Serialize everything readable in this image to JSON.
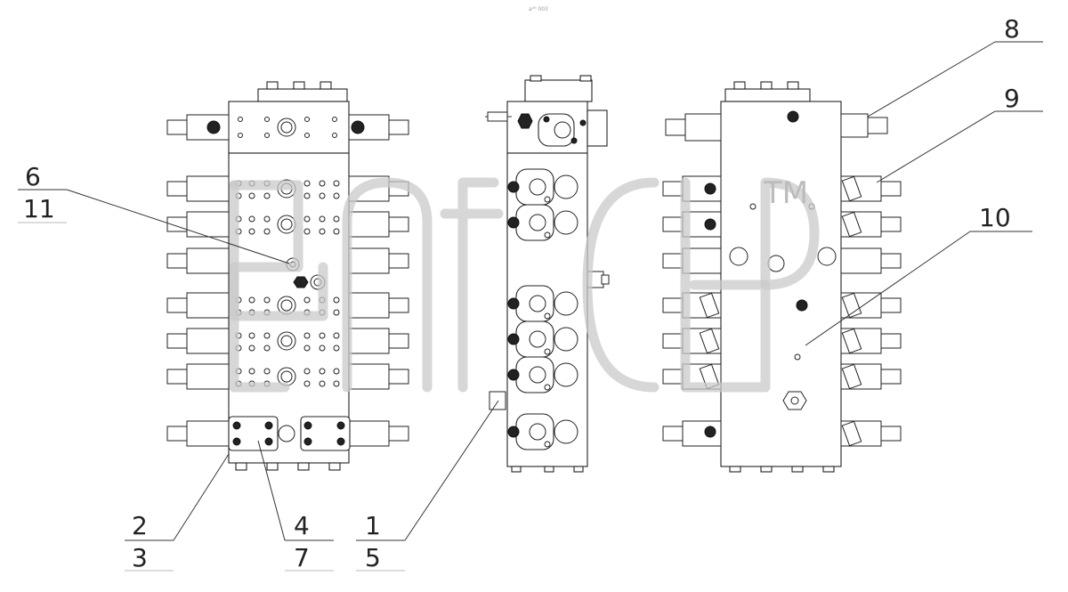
{
  "drawing": {
    "top_note": "a²⁹ 003",
    "watermark": "TM",
    "callouts": [
      {
        "id": "c1",
        "top": "1",
        "bottom": "5"
      },
      {
        "id": "c2",
        "top": "2",
        "bottom": "3"
      },
      {
        "id": "c3",
        "top": "4",
        "bottom": "7"
      },
      {
        "id": "c4",
        "top": "6",
        "bottom": "11"
      },
      {
        "id": "c5",
        "top": "8",
        "bottom": ""
      },
      {
        "id": "c6",
        "top": "9",
        "bottom": ""
      },
      {
        "id": "c7",
        "top": "10",
        "bottom": ""
      }
    ]
  }
}
